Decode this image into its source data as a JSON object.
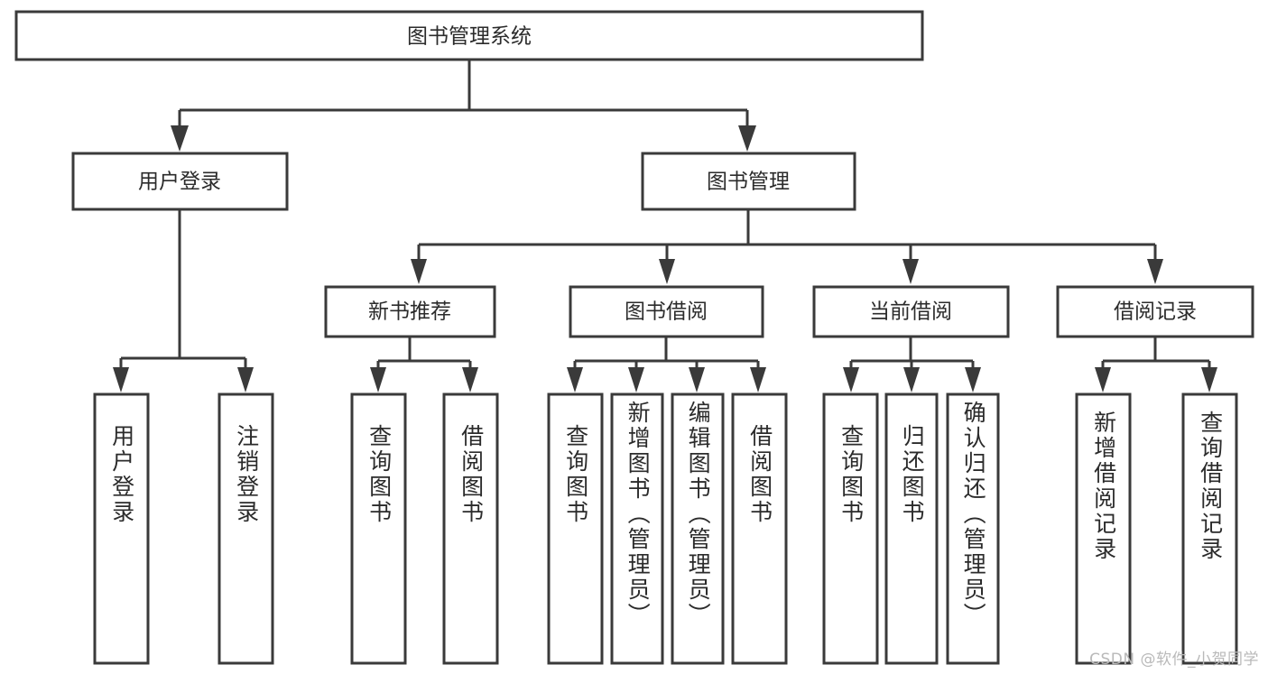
{
  "diagram": {
    "type": "hierarchy-tree",
    "title": "图书管理系统",
    "watermark": "CSDN @软件_小贺同学",
    "colors": {
      "background": "#ffffff",
      "stroke": "#3a3a3a",
      "box_fill": "#ffffff",
      "text": "#2b2b2b",
      "watermark": "#b9b9b9"
    },
    "root": {
      "label": "图书管理系统"
    },
    "level2": [
      {
        "label": "用户登录"
      },
      {
        "label": "图书管理"
      }
    ],
    "level3": [
      {
        "label": "新书推荐"
      },
      {
        "label": "图书借阅"
      },
      {
        "label": "当前借阅"
      },
      {
        "label": "借阅记录"
      }
    ],
    "leaves": {
      "user_login": [
        {
          "label": "用户登录"
        },
        {
          "label": "注销登录"
        }
      ],
      "new_book_recommend": [
        {
          "label": "查询图书"
        },
        {
          "label": "借阅图书"
        }
      ],
      "book_borrow": [
        {
          "label": "查询图书"
        },
        {
          "label": "新增图书（管理员）"
        },
        {
          "label": "编辑图书（管理员）"
        },
        {
          "label": "借阅图书"
        }
      ],
      "current_borrow": [
        {
          "label": "查询图书"
        },
        {
          "label": "归还图书"
        },
        {
          "label": "确认归还（管理员）"
        }
      ],
      "borrow_record": [
        {
          "label": "新增借阅记录"
        },
        {
          "label": "查询借阅记录"
        }
      ]
    }
  }
}
